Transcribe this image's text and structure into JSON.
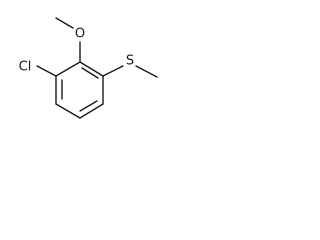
{
  "molecule": {
    "atoms": {
      "oxygen": "O",
      "chlorine": "Cl",
      "sulfur": "S"
    }
  }
}
